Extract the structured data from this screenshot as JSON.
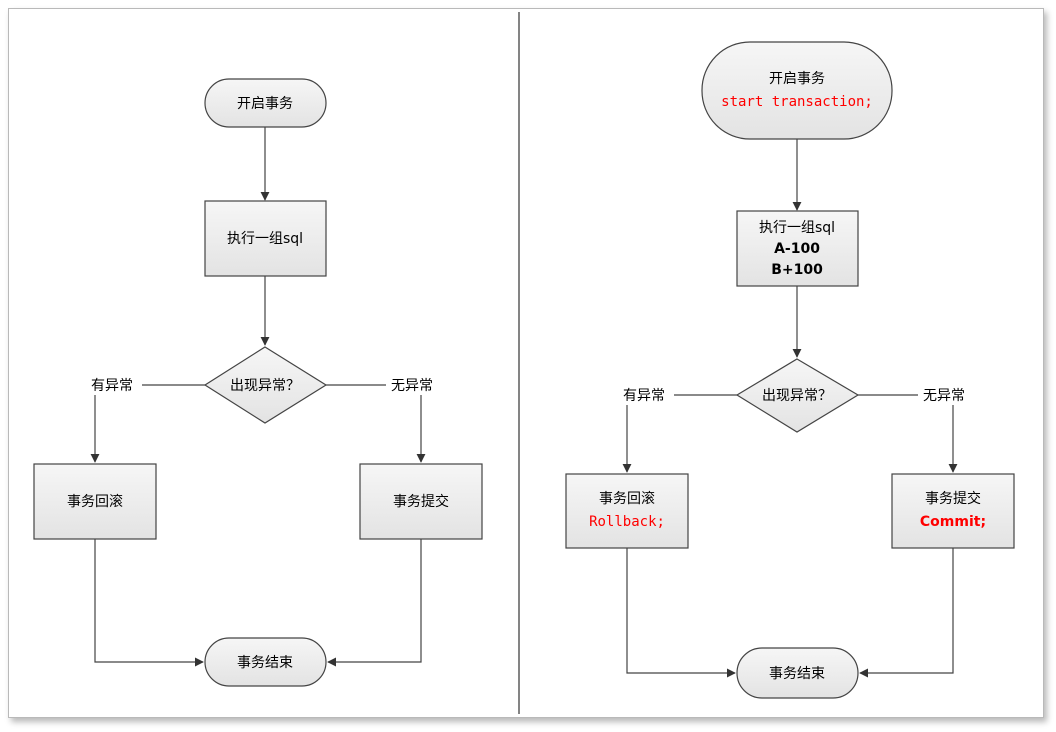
{
  "colors": {
    "accent": "#ff0000",
    "node_fill": "#eeeeee",
    "stroke": "#444444"
  },
  "left": {
    "start": "开启事务",
    "execute": "执行一组sql",
    "decision": "出现异常？",
    "yes_label": "有异常",
    "no_label": "无异常",
    "rollback": "事务回滚",
    "commit": "事务提交",
    "end": "事务结束"
  },
  "right": {
    "start": "开启事务",
    "start_code": "start transaction;",
    "execute": "执行一组sql",
    "execute_line2": "A-100",
    "execute_line3": "B+100",
    "decision": "出现异常？",
    "yes_label": "有异常",
    "no_label": "无异常",
    "rollback": "事务回滚",
    "rollback_code": "Rollback;",
    "commit": "事务提交",
    "commit_code": "Commit;",
    "end": "事务结束"
  }
}
